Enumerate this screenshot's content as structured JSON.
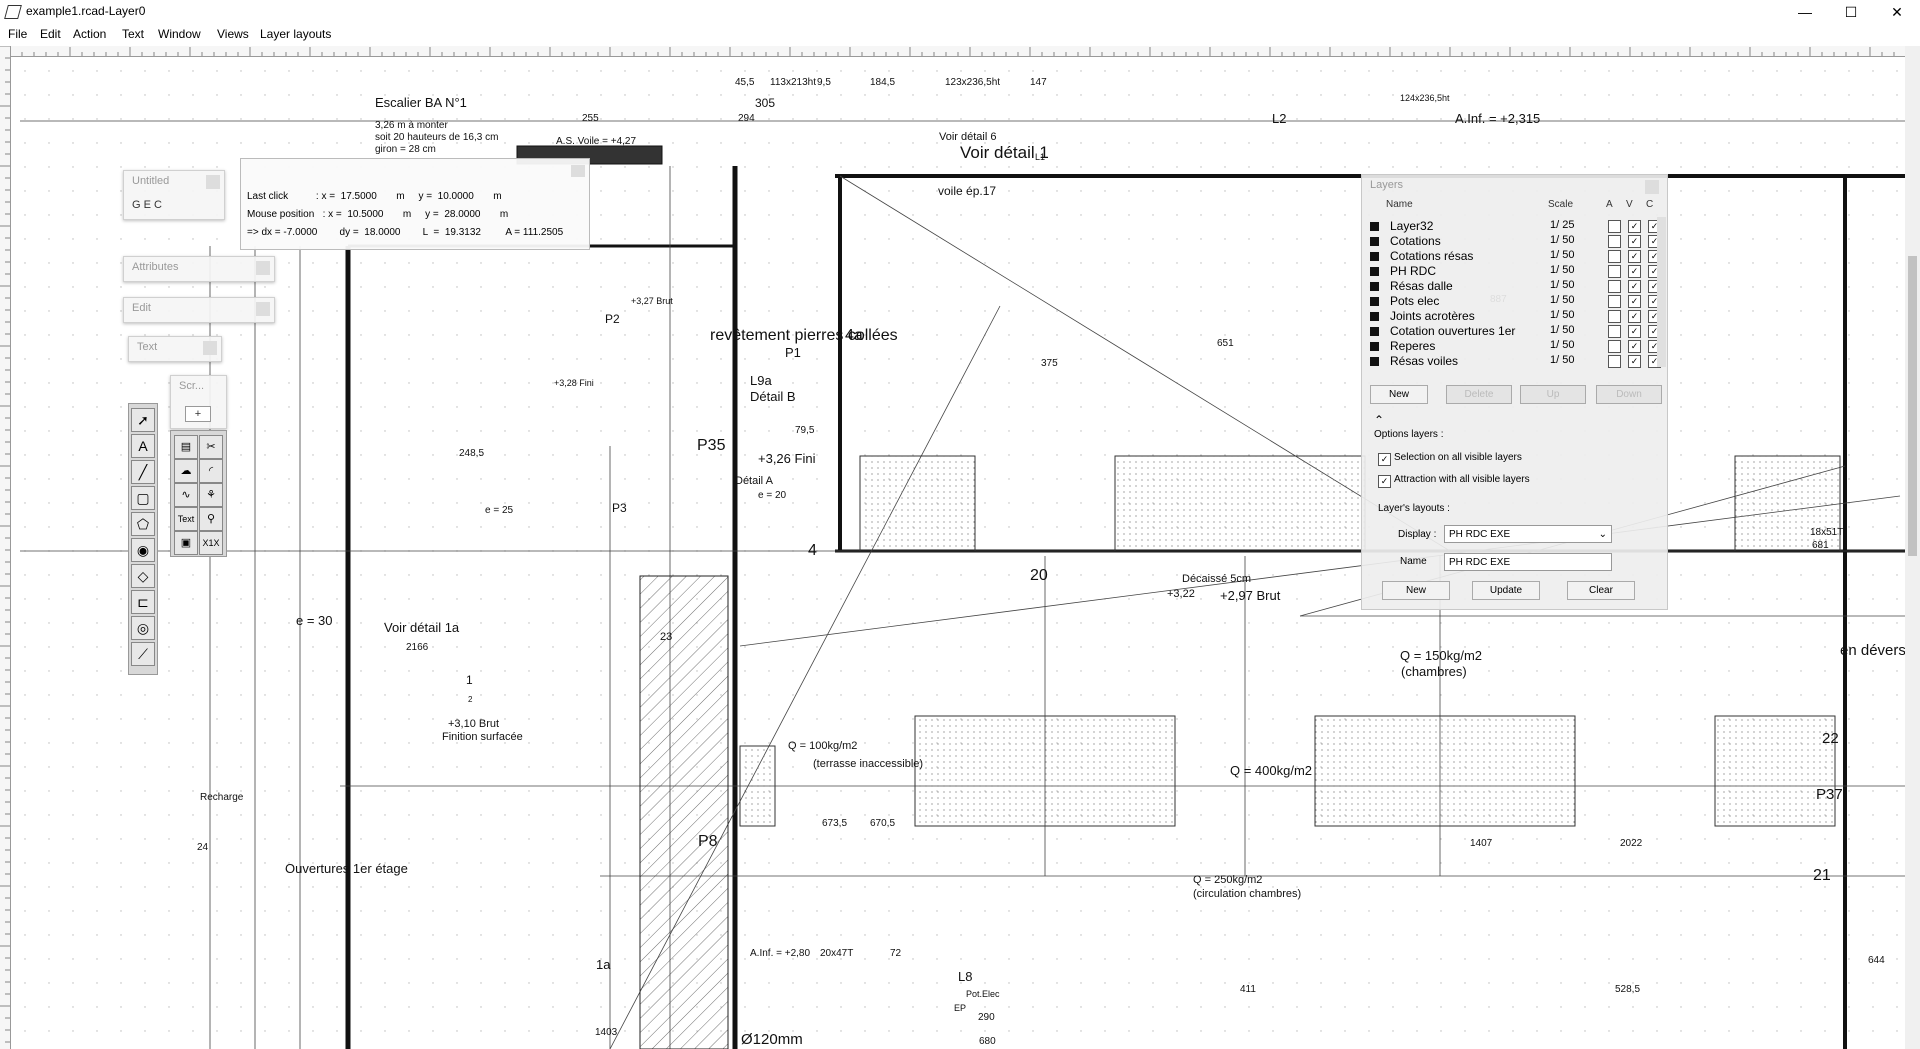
{
  "window": {
    "title": "example1.rcad-Layer0",
    "controls": {
      "minimize": "—",
      "maximize": "☐",
      "close": "✕"
    }
  },
  "menu": [
    "File",
    "Edit",
    "Action",
    "Text",
    "Window",
    "Views",
    "Layer layouts"
  ],
  "palettes": {
    "untitled": {
      "title": "Untitled",
      "content": "G E C"
    },
    "attributes": {
      "title": "Attributes"
    },
    "edit": {
      "title": "Edit"
    },
    "text": {
      "title": "Text"
    },
    "scr": {
      "title": "Scr...",
      "plus": "+"
    }
  },
  "coord_box": {
    "last_click": "Last click          : x =  17.5000       m     y =  10.0000       m",
    "mouse_position": "Mouse position   : x =  10.5000       m     y =  28.0000       m",
    "delta": "=> dx = -7.0000        dy =  18.0000        L  =  19.3132         A = 111.2505"
  },
  "tools": {
    "main": [
      "arrow-tool-icon",
      "text-tool-icon",
      "line-tool-icon",
      "rectangle-tool-icon",
      "polygon-tool-icon",
      "circle-tool-icon",
      "ellipse-tool-icon",
      "dimension-tool-icon",
      "measure-tool-icon",
      "hatch-tool-icon"
    ],
    "secondary_labels": {
      "text": "Text",
      "x1x": "X1X"
    }
  },
  "layers_panel": {
    "title": "Layers",
    "columns": {
      "name": "Name",
      "scale": "Scale",
      "a": "A",
      "v": "V",
      "c": "C"
    },
    "rows": [
      {
        "name": "Layer32",
        "scale": "1/  25",
        "a": false,
        "v": true,
        "c": true
      },
      {
        "name": "Cotations",
        "scale": "1/  50",
        "a": false,
        "v": true,
        "c": true
      },
      {
        "name": "Cotations résas",
        "scale": "1/  50",
        "a": false,
        "v": true,
        "c": true
      },
      {
        "name": "PH RDC",
        "scale": "1/  50",
        "a": false,
        "v": true,
        "c": true
      },
      {
        "name": "Résas dalle",
        "scale": "1/  50",
        "a": false,
        "v": true,
        "c": true
      },
      {
        "name": "Pots elec",
        "scale": "1/  50",
        "a": false,
        "v": true,
        "c": true
      },
      {
        "name": "Joints acrotères",
        "scale": "1/  50",
        "a": false,
        "v": true,
        "c": true
      },
      {
        "name": "Cotation ouvertures 1er",
        "scale": "1/  50",
        "a": false,
        "v": true,
        "c": true
      },
      {
        "name": "Reperes",
        "scale": "1/  50",
        "a": false,
        "v": true,
        "c": true
      },
      {
        "name": "Résas voiles",
        "scale": "1/  50",
        "a": false,
        "v": true,
        "c": true
      }
    ],
    "buttons": {
      "new": "New",
      "delete": "Delete",
      "up": "Up",
      "down": "Down"
    },
    "options_label": "Options layers :",
    "selection_all": "Selection on all visible layers",
    "attraction_all": "Attraction with all visible layers",
    "layouts_label": "Layer's layouts :",
    "display_label": "Display :",
    "display_value": "PH RDC EXE",
    "name_label": "Name",
    "name_value": "PH RDC EXE",
    "layout_buttons": {
      "new": "New",
      "update": "Update",
      "clear": "Clear"
    }
  },
  "drawing": {
    "texts": [
      {
        "t": "Escalier BA N°1",
        "c": "stair-title"
      },
      {
        "t": "3,26 m à monter"
      },
      {
        "t": "soit 20 hauteurs de 16,3 cm"
      },
      {
        "t": "giron = 28 cm"
      },
      {
        "t": "A.S. Voile = +4,27"
      },
      {
        "t": "255"
      },
      {
        "t": "294"
      },
      {
        "t": "45,5"
      },
      {
        "t": "113x213ht"
      },
      {
        "t": "9,5"
      },
      {
        "t": "184,5"
      },
      {
        "t": "123x236,5ht"
      },
      {
        "t": "147"
      },
      {
        "t": "124x236,5ht"
      },
      {
        "t": "305"
      },
      {
        "t": "voile ép.17"
      },
      {
        "t": "Voir détail 1"
      },
      {
        "t": "Voir détail 6"
      },
      {
        "t": "L1"
      },
      {
        "t": "L2"
      },
      {
        "t": "A.Inf. = +2,315"
      },
      {
        "t": "revêtement pierres collées"
      },
      {
        "t": "4a"
      },
      {
        "t": "4"
      },
      {
        "t": "P1"
      },
      {
        "t": "P2"
      },
      {
        "t": "P3"
      },
      {
        "t": "L8"
      },
      {
        "t": "L9a"
      },
      {
        "t": "Détail B"
      },
      {
        "t": "Détail A"
      },
      {
        "t": "+3,26 Fini"
      },
      {
        "t": "+2,97 Brut"
      },
      {
        "t": "Q = 400kg/m2"
      },
      {
        "t": "e = 20"
      },
      {
        "t": "e = 25"
      },
      {
        "t": "e = 30"
      },
      {
        "t": "Voir détail 1a"
      },
      {
        "t": "Ouvertures 1er étage"
      },
      {
        "t": "1a"
      },
      {
        "t": "1"
      },
      {
        "t": "2"
      },
      {
        "t": "+3,10 Brut"
      },
      {
        "t": "Finition surfacée"
      },
      {
        "t": "Q = 100kg/m2"
      },
      {
        "t": "(terrasse inaccessible)"
      },
      {
        "t": "Décaissé 5cm"
      },
      {
        "t": "+3,22"
      },
      {
        "t": "Q = 250kg/m2"
      },
      {
        "t": "(circulation chambres)"
      },
      {
        "t": "Q = 150kg/m2"
      },
      {
        "t": "(chambres)"
      },
      {
        "t": "+3,28 Fini"
      },
      {
        "t": "+3,27 Brut"
      },
      {
        "t": "Pot.Elec"
      },
      {
        "t": "EP"
      },
      {
        "t": "en déversoir"
      },
      {
        "t": "Ø120mm"
      },
      {
        "t": "P37"
      },
      {
        "t": "P35"
      },
      {
        "t": "P8"
      },
      {
        "t": "20"
      },
      {
        "t": "21"
      },
      {
        "t": "22"
      },
      {
        "t": "23"
      },
      {
        "t": "24"
      },
      {
        "t": "Recharge"
      },
      {
        "t": "2166"
      },
      {
        "t": "887"
      },
      {
        "t": "1403"
      },
      {
        "t": "1407"
      },
      {
        "t": "2022"
      },
      {
        "t": "670,5"
      },
      {
        "t": "673,5"
      },
      {
        "t": "248,5"
      },
      {
        "t": "79,5"
      },
      {
        "t": "375"
      },
      {
        "t": "651"
      },
      {
        "t": "290"
      },
      {
        "t": "680"
      },
      {
        "t": "411"
      },
      {
        "t": "528,5"
      },
      {
        "t": "18x51T"
      },
      {
        "t": "681"
      },
      {
        "t": "644"
      },
      {
        "t": "A.Inf. = +2,80"
      },
      {
        "t": "20x47T"
      },
      {
        "t": "72"
      }
    ]
  }
}
